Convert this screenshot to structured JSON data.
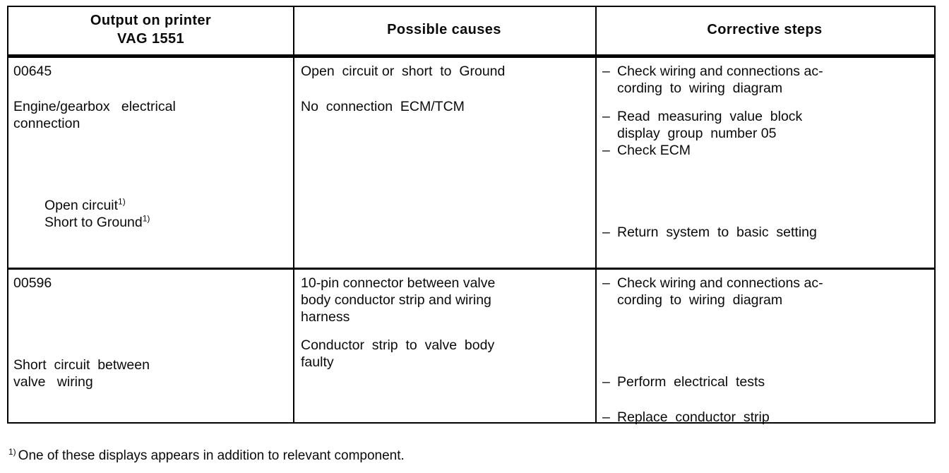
{
  "document": {
    "type": "diagnostic-fault-code-table",
    "footnote_marker": "1)",
    "footnote_text": "One of these displays appears in addition to relevant component."
  },
  "table": {
    "headers": [
      {
        "line1": "Output  on printer",
        "line2": "VAG   1551"
      },
      {
        "line1": "Possible    causes",
        "line2": ""
      },
      {
        "line1": "Corrective    steps",
        "line2": ""
      }
    ],
    "rows": [
      {
        "output": {
          "code": "00645",
          "description": "Engine/gearbox   electrical\nconnection",
          "sub_items": [
            {
              "text": "Open  circuit",
              "marker": "1)"
            },
            {
              "text": "Short  to  Ground",
              "marker": "1)"
            }
          ]
        },
        "causes": [
          "Open  circuit or  short  to  Ground",
          "No  connection  ECM/TCM"
        ],
        "steps": [
          {
            "dash": "–",
            "text": "Check wiring and connections ac-\ncording  to  wiring  diagram"
          },
          {
            "dash": "–",
            "text": "Read  measuring  value  block\ndisplay  group  number 05"
          },
          {
            "dash": "–",
            "text": "Check ECM"
          },
          {
            "dash": "–",
            "text": "Return  system  to  basic  setting"
          }
        ]
      },
      {
        "output": {
          "code": "00596",
          "description": "Short  circuit  between\nvalve   wiring",
          "sub_items": []
        },
        "causes": [
          "10-pin connector between valve\nbody conductor strip and wiring\nharness",
          "Conductor  strip  to  valve  body\nfaulty"
        ],
        "steps": [
          {
            "dash": "–",
            "text": "Check wiring and connections ac-\ncording  to  wiring  diagram"
          },
          {
            "dash": "–",
            "text": "Perform  electrical  tests"
          },
          {
            "dash": "–",
            "text": "Replace  conductor  strip"
          }
        ]
      }
    ]
  },
  "colors": {
    "ink": "#0a0a0a",
    "paper": "#ffffff",
    "rule": "#000000"
  }
}
